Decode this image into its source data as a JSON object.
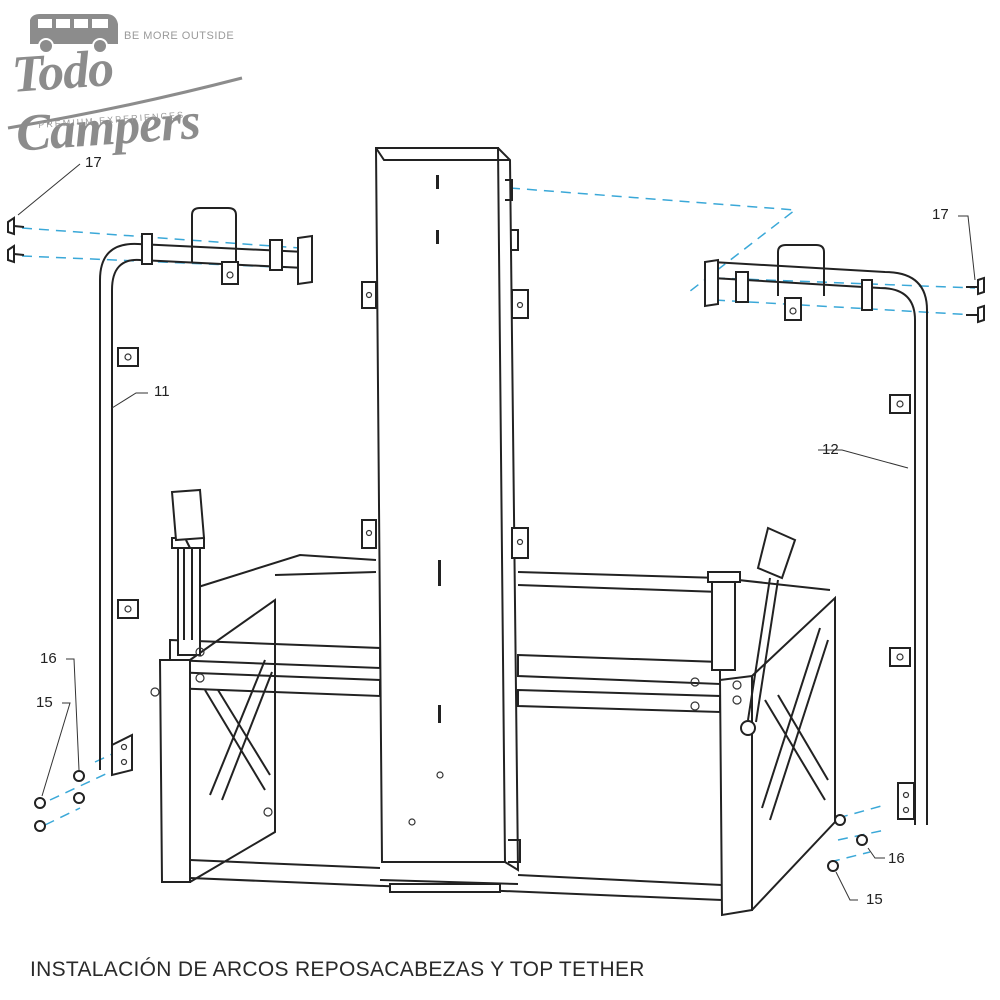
{
  "logo": {
    "tagline": "BE MORE OUTSIDE",
    "name": "Todo Campers",
    "subtitle": "PREMIUM EXPERIENCES",
    "icon": "van-icon"
  },
  "callouts": {
    "c17_left": "17",
    "c17_right": "17",
    "c11": "11",
    "c12": "12",
    "c16_left": "16",
    "c15_left": "15",
    "c16_right": "16",
    "c15_right": "15"
  },
  "caption": "INSTALACIÓN DE ARCOS REPOSACABEZAS Y TOP TETHER",
  "colors": {
    "line": "#222222",
    "guide_dashed": "#3aa8d8",
    "logo_gray": "#8c8c8c"
  }
}
